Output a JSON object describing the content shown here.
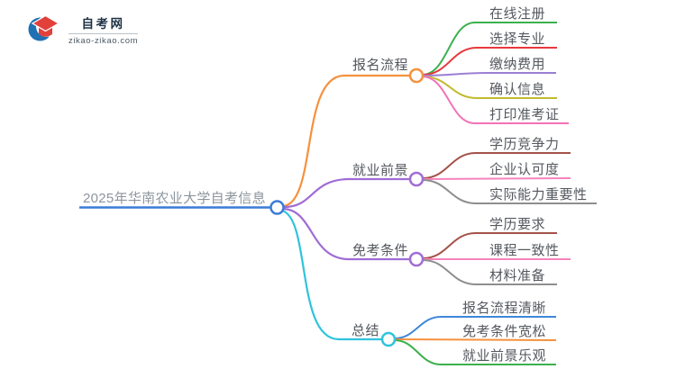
{
  "page": {
    "background": "#ffffff"
  },
  "logo": {
    "site_name": "自考网",
    "site_url": "zikao-zikao.com",
    "icon": "graduation-cap-icon",
    "cap_color": "#e2403b",
    "crescent_color": "#2070b4"
  },
  "text_colors": {
    "root_label": "#8c959d",
    "node_label": "#54585e"
  },
  "mindmap": {
    "root": {
      "label": "2025年华南农业大学自考信息",
      "color": "#3a7cd6"
    },
    "branches": [
      {
        "label": "报名流程",
        "color": "#f5913d",
        "children": [
          {
            "label": "在线注册",
            "color": "#3cb04c"
          },
          {
            "label": "选择专业",
            "color": "#e8383d"
          },
          {
            "label": "缴纳费用",
            "color": "#9b7fd4"
          },
          {
            "label": "确认信息",
            "color": "#c2bb2f"
          },
          {
            "label": "打印准考证",
            "color": "#f273b7"
          }
        ]
      },
      {
        "label": "就业前景",
        "color": "#a06cd5",
        "children": [
          {
            "label": "学历竞争力",
            "color": "#a35248"
          },
          {
            "label": "企业认可度",
            "color": "#f583bc"
          },
          {
            "label": "实际能力重要性",
            "color": "#8e8e8e"
          }
        ]
      },
      {
        "label": "免考条件",
        "color": "#a06cd5",
        "children": [
          {
            "label": "学历要求",
            "color": "#a35248"
          },
          {
            "label": "课程一致性",
            "color": "#f583bc"
          },
          {
            "label": "材料准备",
            "color": "#8e8e8e"
          }
        ]
      },
      {
        "label": "总结",
        "color": "#30c3dd",
        "children": [
          {
            "label": "报名流程清晰",
            "color": "#3f87d8"
          },
          {
            "label": "免考条件宽松",
            "color": "#f5913d"
          },
          {
            "label": "就业前景乐观",
            "color": "#3cb04c"
          }
        ]
      }
    ]
  }
}
